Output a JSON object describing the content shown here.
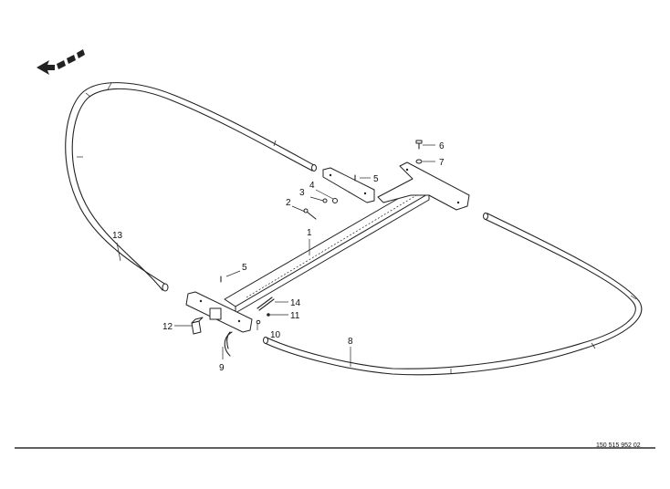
{
  "drawing": {
    "drawing_number": "150 515 952 02",
    "direction_arrow_icon": "direction-arrow-icon"
  },
  "callouts": [
    {
      "id": "c1",
      "label": "1"
    },
    {
      "id": "c2",
      "label": "2"
    },
    {
      "id": "c3",
      "label": "3"
    },
    {
      "id": "c4",
      "label": "4"
    },
    {
      "id": "c5a",
      "label": "5"
    },
    {
      "id": "c5b",
      "label": "5"
    },
    {
      "id": "c6",
      "label": "6"
    },
    {
      "id": "c7",
      "label": "7"
    },
    {
      "id": "c8",
      "label": "8"
    },
    {
      "id": "c9",
      "label": "9"
    },
    {
      "id": "c10",
      "label": "10"
    },
    {
      "id": "c11",
      "label": "11"
    },
    {
      "id": "c12",
      "label": "12"
    },
    {
      "id": "c13",
      "label": "13"
    },
    {
      "id": "c14",
      "label": "14"
    }
  ]
}
